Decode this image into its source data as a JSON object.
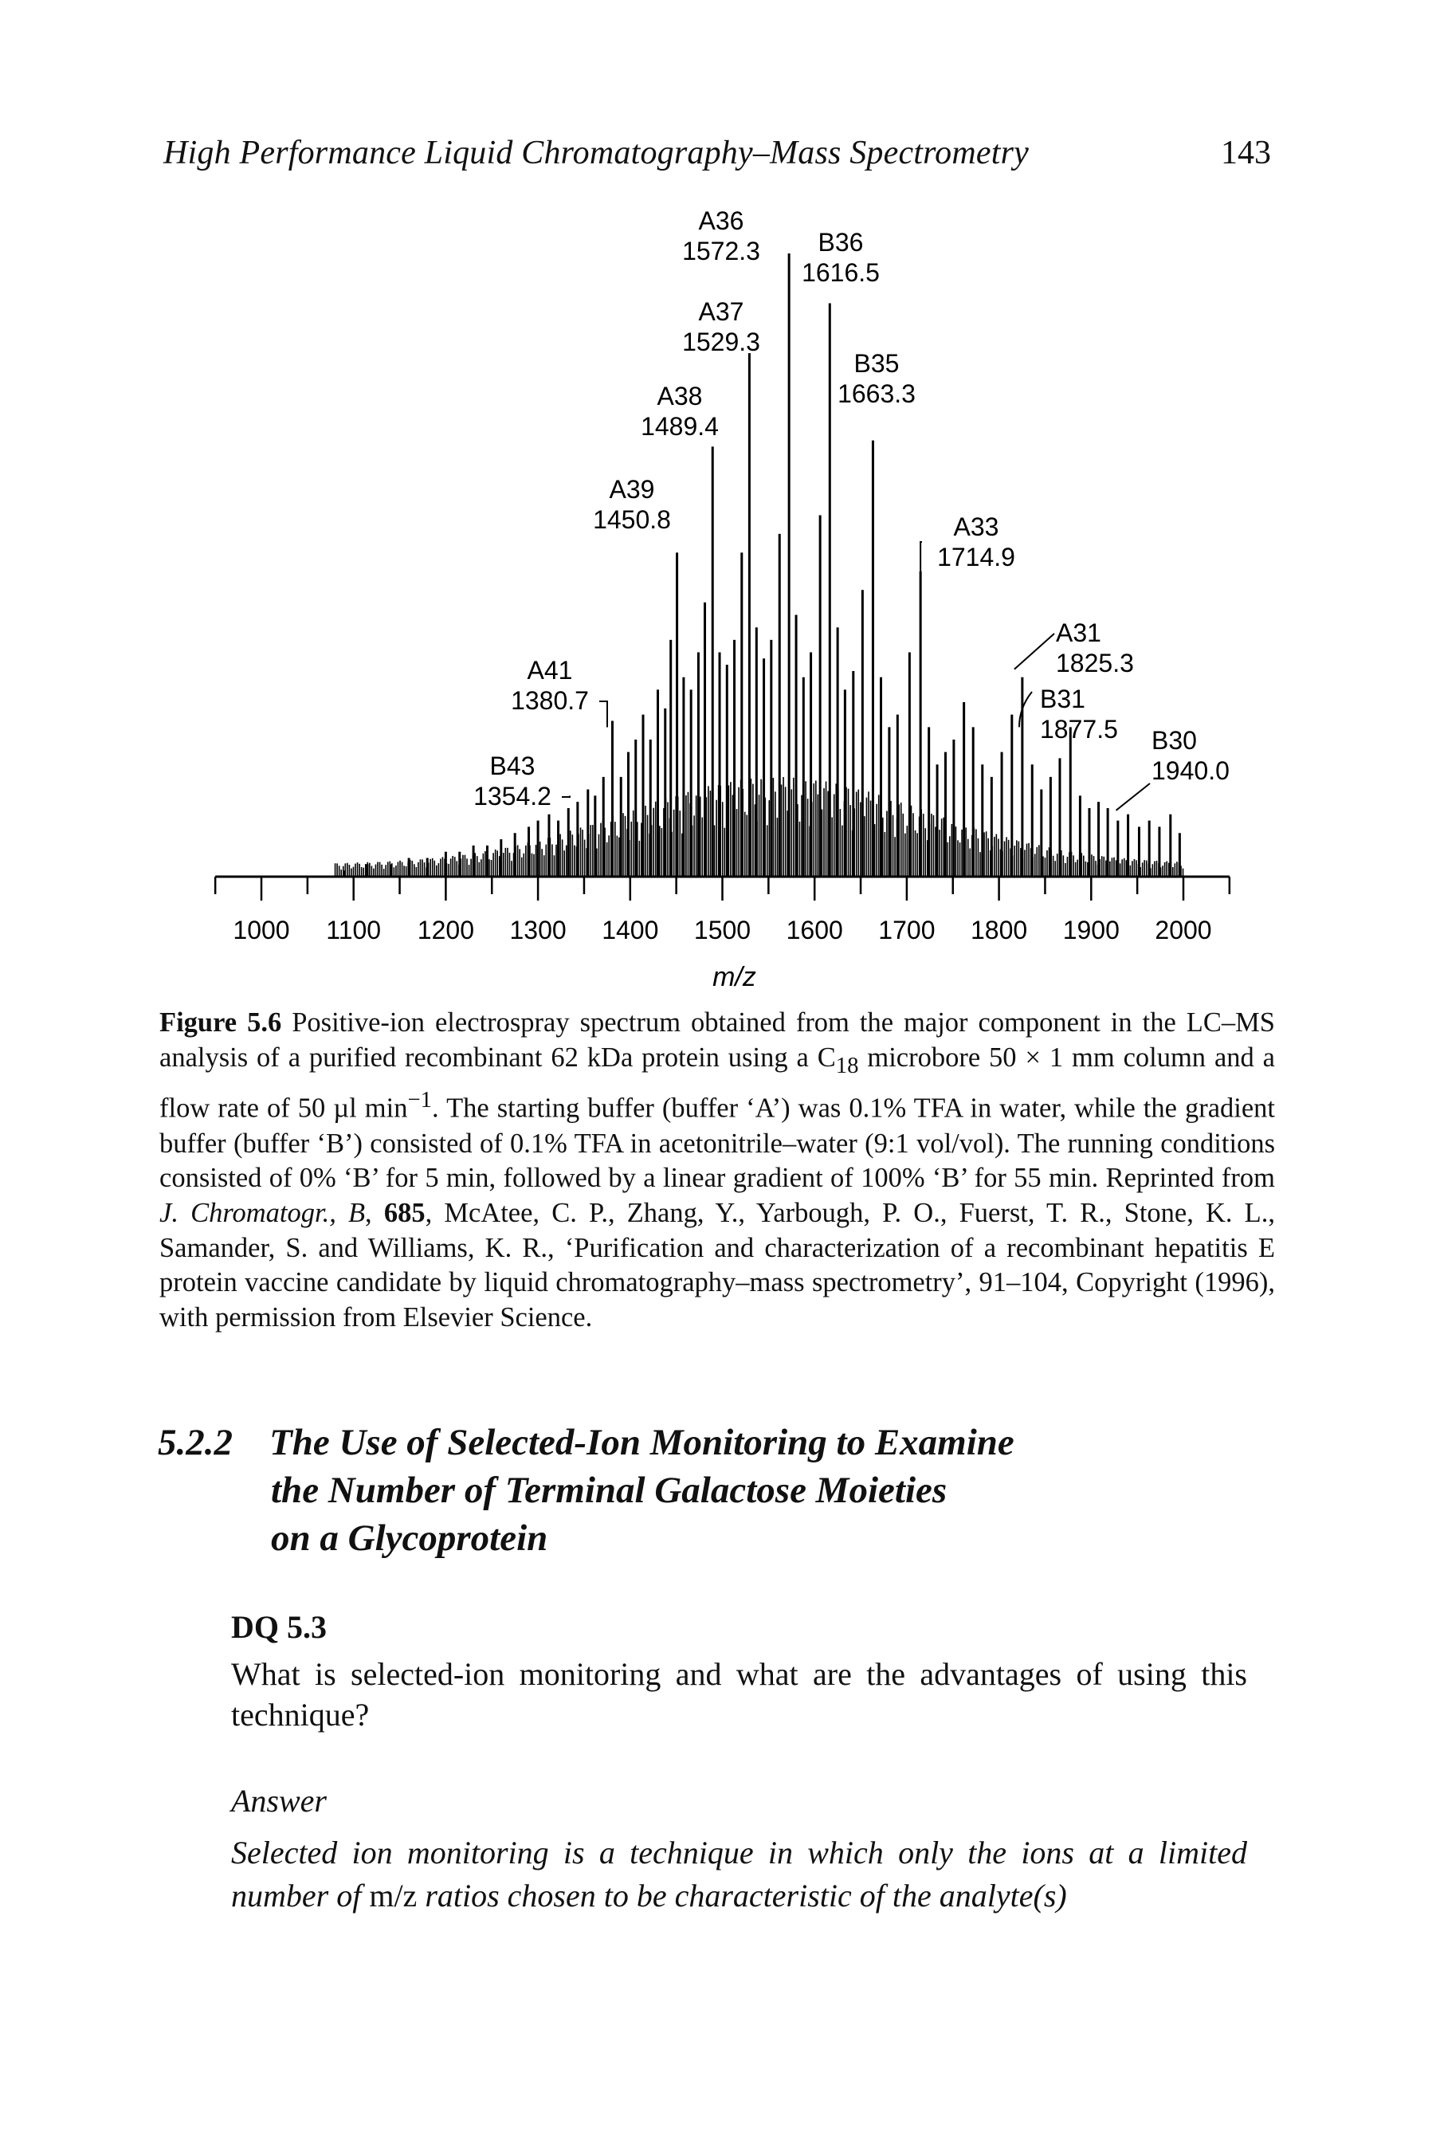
{
  "running_head": "High Performance Liquid Chromatography–Mass Spectrometry",
  "page_number": "143",
  "chart_data": {
    "type": "bar",
    "title": "",
    "xlabel": "m/z",
    "ylabel": "",
    "xlim": [
      950,
      2050
    ],
    "ylim": [
      0,
      100
    ],
    "x_ticks": [
      1000,
      1100,
      1200,
      1300,
      1400,
      1500,
      1600,
      1700,
      1800,
      1900,
      2000
    ],
    "x_tick_labels": [
      "1000",
      "1100",
      "1200",
      "1300",
      "1400",
      "1500",
      "1600",
      "1700",
      "1800",
      "1900",
      "2000"
    ],
    "grid": false,
    "legend": "none",
    "labeled_peaks": [
      {
        "name": "B43",
        "mz": "1354.2",
        "x": 1354.2,
        "y": 14
      },
      {
        "name": "A41",
        "mz": "1380.7",
        "x": 1380.7,
        "y": 25
      },
      {
        "name": "A39",
        "mz": "1450.8",
        "x": 1450.8,
        "y": 52
      },
      {
        "name": "A38",
        "mz": "1489.4",
        "x": 1489.4,
        "y": 69
      },
      {
        "name": "A37",
        "mz": "1529.3",
        "x": 1529.3,
        "y": 84
      },
      {
        "name": "A36",
        "mz": "1572.3",
        "x": 1572.3,
        "y": 100
      },
      {
        "name": "B36",
        "mz": "1616.5",
        "x": 1616.5,
        "y": 92
      },
      {
        "name": "B35",
        "mz": "1663.3",
        "x": 1663.3,
        "y": 70
      },
      {
        "name": "A33",
        "mz": "1714.9",
        "x": 1714.9,
        "y": 49
      },
      {
        "name": "A31",
        "mz": "1825.3",
        "x": 1825.3,
        "y": 32
      },
      {
        "name": "B31",
        "mz": "1877.5",
        "x": 1877.5,
        "y": 24
      },
      {
        "name": "B30",
        "mz": "1940.0",
        "x": 1940.0,
        "y": 10
      }
    ],
    "peaks": [
      {
        "x": 1090,
        "y": 1
      },
      {
        "x": 1115,
        "y": 2
      },
      {
        "x": 1140,
        "y": 2
      },
      {
        "x": 1160,
        "y": 3
      },
      {
        "x": 1180,
        "y": 3
      },
      {
        "x": 1200,
        "y": 4
      },
      {
        "x": 1215,
        "y": 4
      },
      {
        "x": 1230,
        "y": 5
      },
      {
        "x": 1245,
        "y": 5
      },
      {
        "x": 1260,
        "y": 6
      },
      {
        "x": 1275,
        "y": 7
      },
      {
        "x": 1290,
        "y": 8
      },
      {
        "x": 1300,
        "y": 9
      },
      {
        "x": 1312,
        "y": 10
      },
      {
        "x": 1322,
        "y": 9
      },
      {
        "x": 1333,
        "y": 11
      },
      {
        "x": 1343,
        "y": 12
      },
      {
        "x": 1354.2,
        "y": 14
      },
      {
        "x": 1362,
        "y": 13
      },
      {
        "x": 1371,
        "y": 16
      },
      {
        "x": 1380.7,
        "y": 25
      },
      {
        "x": 1390,
        "y": 16
      },
      {
        "x": 1398,
        "y": 20
      },
      {
        "x": 1406,
        "y": 22
      },
      {
        "x": 1414,
        "y": 26
      },
      {
        "x": 1422,
        "y": 22
      },
      {
        "x": 1430,
        "y": 30
      },
      {
        "x": 1438,
        "y": 27
      },
      {
        "x": 1444,
        "y": 38
      },
      {
        "x": 1450.8,
        "y": 52
      },
      {
        "x": 1458,
        "y": 32
      },
      {
        "x": 1466,
        "y": 30
      },
      {
        "x": 1474,
        "y": 36
      },
      {
        "x": 1481,
        "y": 44
      },
      {
        "x": 1489.4,
        "y": 69
      },
      {
        "x": 1497,
        "y": 36
      },
      {
        "x": 1505,
        "y": 34
      },
      {
        "x": 1513,
        "y": 38
      },
      {
        "x": 1521,
        "y": 52
      },
      {
        "x": 1529.3,
        "y": 84
      },
      {
        "x": 1537,
        "y": 40
      },
      {
        "x": 1545,
        "y": 35
      },
      {
        "x": 1553,
        "y": 38
      },
      {
        "x": 1562,
        "y": 55
      },
      {
        "x": 1572.3,
        "y": 100
      },
      {
        "x": 1580,
        "y": 42
      },
      {
        "x": 1588,
        "y": 32
      },
      {
        "x": 1596,
        "y": 36
      },
      {
        "x": 1606,
        "y": 58
      },
      {
        "x": 1616.5,
        "y": 92
      },
      {
        "x": 1625,
        "y": 40
      },
      {
        "x": 1633,
        "y": 30
      },
      {
        "x": 1642,
        "y": 33
      },
      {
        "x": 1652,
        "y": 46
      },
      {
        "x": 1663.3,
        "y": 70
      },
      {
        "x": 1672,
        "y": 32
      },
      {
        "x": 1681,
        "y": 24
      },
      {
        "x": 1690,
        "y": 26
      },
      {
        "x": 1703,
        "y": 36
      },
      {
        "x": 1714.9,
        "y": 49
      },
      {
        "x": 1724,
        "y": 24
      },
      {
        "x": 1733,
        "y": 18
      },
      {
        "x": 1742,
        "y": 20
      },
      {
        "x": 1751,
        "y": 22
      },
      {
        "x": 1762,
        "y": 28
      },
      {
        "x": 1772,
        "y": 24
      },
      {
        "x": 1782,
        "y": 18
      },
      {
        "x": 1792,
        "y": 16
      },
      {
        "x": 1803,
        "y": 20
      },
      {
        "x": 1814,
        "y": 26
      },
      {
        "x": 1825.3,
        "y": 32
      },
      {
        "x": 1836,
        "y": 18
      },
      {
        "x": 1846,
        "y": 14
      },
      {
        "x": 1856,
        "y": 16
      },
      {
        "x": 1866,
        "y": 19
      },
      {
        "x": 1877.5,
        "y": 24
      },
      {
        "x": 1888,
        "y": 13
      },
      {
        "x": 1898,
        "y": 11
      },
      {
        "x": 1908,
        "y": 12
      },
      {
        "x": 1918,
        "y": 11
      },
      {
        "x": 1929,
        "y": 9
      },
      {
        "x": 1940.0,
        "y": 10
      },
      {
        "x": 1952,
        "y": 8
      },
      {
        "x": 1963,
        "y": 9
      },
      {
        "x": 1974,
        "y": 8
      },
      {
        "x": 1986,
        "y": 10
      },
      {
        "x": 1996,
        "y": 7
      }
    ]
  },
  "caption": {
    "label": "Figure 5.6",
    "text_1": " Positive-ion electrospray spectrum obtained from the major component in the LC–MS analysis of a purified recombinant 62 kDa protein using a C",
    "c18_sub": "18",
    "text_2": " microbore 50 × 1 mm column and a flow rate of 50 µl min",
    "exponent": "−1",
    "text_3": ". The starting buffer (buffer ‘A’) was 0.1% TFA in water, while the gradient buffer (buffer ‘B’) consisted of 0.1% TFA in acetonitrile–water (9:1 vol/vol). The running conditions consisted of 0% ‘B’ for 5 min, followed by a linear gradient of 100% ‘B’ for 55 min. Reprinted from ",
    "journal": "J. Chromatogr., B",
    "comma": ", ",
    "volume": "685",
    "text_4": ", McAtee, C. P., Zhang, Y., Yarbough, P. O., Fuerst, T. R., Stone, K. L., Samander, S. and Williams, K. R., ‘Purification and characterization of a recombinant hepatitis E protein vaccine candidate by liquid chromatography–mass spectrometry’, 91–104, Copyright (1996), with permission from Elsevier Science."
  },
  "section": {
    "number": "5.2.2",
    "title_line_1": "The Use of Selected-Ion Monitoring to Examine",
    "title_line_2": "the Number of Terminal Galactose Moieties",
    "title_line_3": "on a Glycoprotein"
  },
  "dq": {
    "label": "DQ 5.3",
    "question": "What is selected-ion monitoring and what are the advantages of using this technique?"
  },
  "answer": {
    "label": "Answer",
    "text_1": "Selected ion monitoring is a technique in which only the ions at a limited number of ",
    "mz": "m/z",
    "text_2": " ratios chosen to be characteristic of the analyte(s)"
  }
}
